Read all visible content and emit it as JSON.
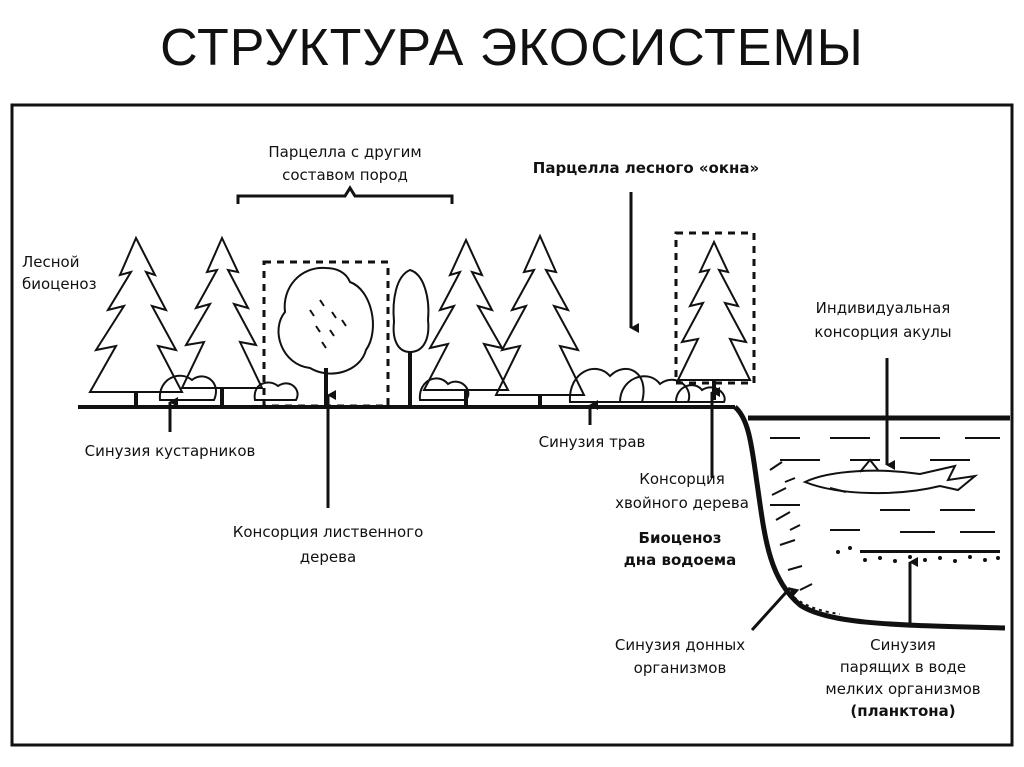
{
  "title": "СТРУКТУРА ЭКОСИСТЕМЫ",
  "labels": {
    "parcel_other_l1": "Парцелла с другим",
    "parcel_other_l2": "составом пород",
    "parcel_window": "Парцелла лесного «окна»",
    "forest_bio_l1": "Лесной",
    "forest_bio_l2": "биоценоз",
    "individual_l1": "Индивидуальная",
    "individual_l2": "консорция акулы",
    "shrubs": "Синузия кустарников",
    "grass": "Синузия трав",
    "conif_l1": "Консорция",
    "conif_l2": "хвойного дерева",
    "bottom_bio_l1": "Биоценоз",
    "bottom_bio_l2": "дна водоема",
    "decid_l1": "Консорция лиственного",
    "decid_l2": "дерева",
    "benthos_l1": "Синузия донных",
    "benthos_l2": "организмов",
    "plankton_l1": "Синузия",
    "plankton_l2": "парящих в воде",
    "plankton_l3": "мелких организмов",
    "plankton_l4": "(планктона)"
  }
}
